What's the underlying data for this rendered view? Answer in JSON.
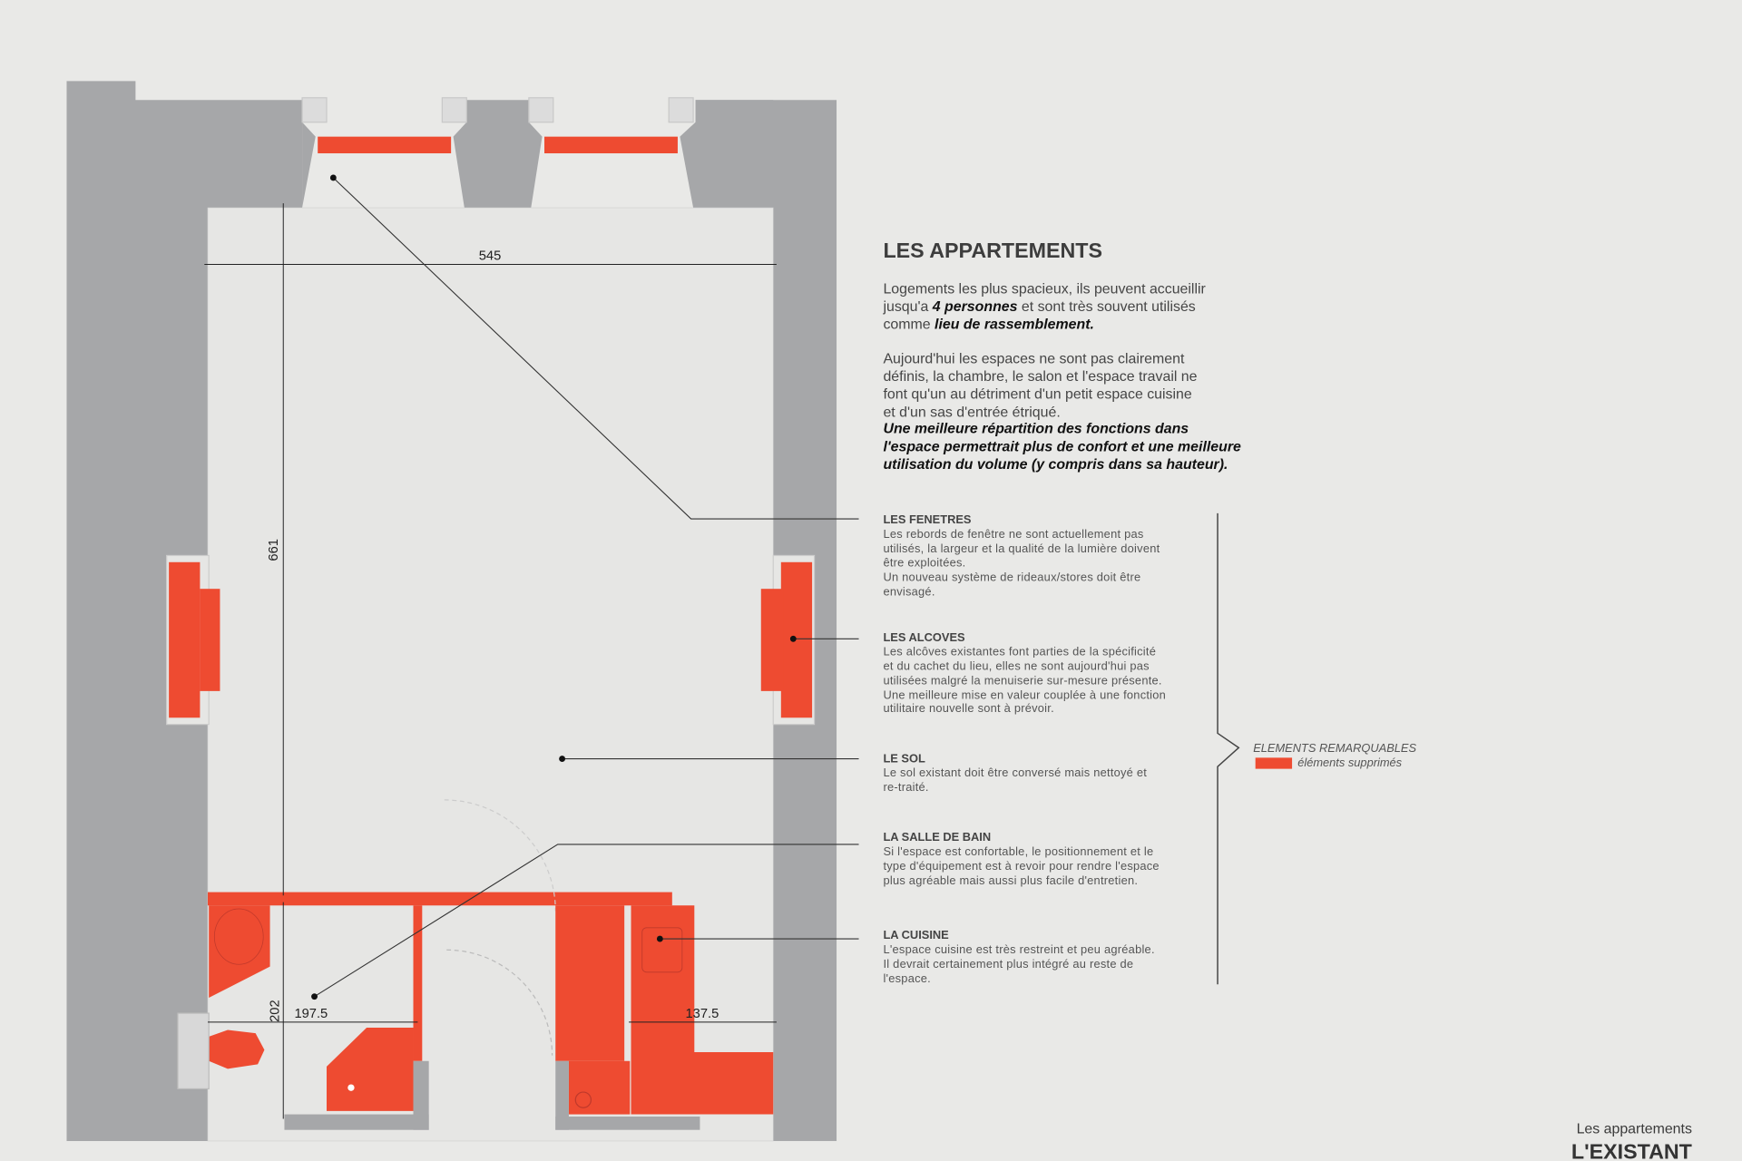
{
  "colors": {
    "background": "#e9e9e7",
    "wall": "#a6a7a9",
    "removed": "#ee4b31",
    "text": "#3a3a3a"
  },
  "intro": {
    "title": "LES APPARTEMENTS",
    "p1": [
      "Logements les plus spacieux, ils peuvent accueillir",
      "jusqu'a ",
      "4 personnes",
      " et sont très souvent utilisés",
      "comme ",
      "lieu de rassemblement."
    ],
    "p2": [
      "Aujourd'hui les espaces ne sont pas clairement",
      "définis, la chambre, le salon et l'espace travail ne",
      "font qu'un au détriment d'un petit espace cuisine",
      "et d'un sas d'entrée étriqué."
    ],
    "p3": [
      "Une meilleure répartition des fonctions dans",
      "l'espace permettrait plus de confort et une meilleure",
      "utilisation du volume (y compris dans sa hauteur)."
    ]
  },
  "sections": [
    {
      "title": "LES FENETRES",
      "lines": [
        "Les rebords de fenêtre ne sont actuellement pas",
        "utilisés, la largeur et la qualité de la lumière doivent",
        "être exploitées.",
        "Un nouveau système de rideaux/stores doit être",
        "envisagé."
      ]
    },
    {
      "title": "LES ALCOVES",
      "lines": [
        "Les alcôves existantes font parties de la spécificité",
        "et du cachet du lieu, elles ne sont aujourd'hui pas",
        "utilisées malgré la menuiserie sur-mesure présente.",
        "Une meilleure mise en valeur couplée à une fonction",
        "utilitaire nouvelle sont à prévoir."
      ]
    },
    {
      "title": "LE  SOL",
      "lines": [
        "Le sol existant doit être conversé mais nettoyé et",
        "re-traité."
      ]
    },
    {
      "title": "LA SALLE DE BAIN",
      "lines": [
        "Si l'espace est confortable, le positionnement et le",
        "type d'équipement est à revoir pour rendre l'espace",
        "plus agréable mais aussi plus facile d'entretien."
      ]
    },
    {
      "title": "LA CUISINE",
      "lines": [
        "L'espace cuisine est très restreint et peu agréable.",
        "Il devrait certainement plus intégré au reste de",
        "l'espace."
      ]
    }
  ],
  "legend": {
    "title": "ELEMENTS REMARQUABLES",
    "item": "éléments supprimés"
  },
  "dimensions": {
    "width": "545",
    "height": "661",
    "bath_width": "197.5",
    "bath_height": "202",
    "kitchen_width": "137.5"
  },
  "footer": {
    "subtitle": "Les appartements",
    "title": "L'EXISTANT"
  }
}
